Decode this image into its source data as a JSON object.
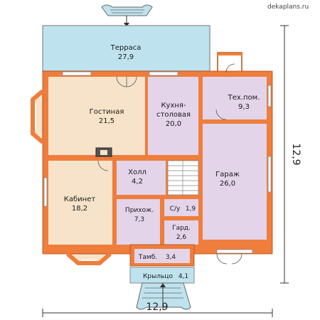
{
  "watermark": "dekaplans.ru",
  "rooms": {
    "terrace": {
      "name": "Терраса",
      "area": "27,9"
    },
    "living": {
      "name": "Гостиная",
      "area": "21,5"
    },
    "kitchen": {
      "name": "Кухня-",
      "name2": "столовая",
      "area": "20,0"
    },
    "tech": {
      "name": "Тех.пом.",
      "area": "9,3"
    },
    "garage": {
      "name": "Гараж",
      "area": "26,0"
    },
    "hall": {
      "name": "Холл",
      "area": "4,2"
    },
    "office": {
      "name": "Кабинет",
      "area": "18,2"
    },
    "entry": {
      "name": "Прихож.",
      "area": "7,3"
    },
    "wc": {
      "name": "С/у",
      "area": "1,9"
    },
    "wardrobe": {
      "name": "Гард.",
      "area": "2,6"
    },
    "vestibule": {
      "name": "Тамб.",
      "area": "3,4"
    },
    "porch": {
      "name": "Крыльцо",
      "area": "4,1"
    }
  },
  "dimensions": {
    "width": "12,9",
    "depth": "12,9"
  },
  "colors": {
    "wall": "#ef7d3c",
    "terrace": "#bfe3ee",
    "living": "#f6e3c9",
    "kitchen": "#e3d4ea",
    "garage": "#e3d4ea",
    "office": "#f6e3c9",
    "service": "#e3d4ea",
    "porch": "#bfe3ee"
  }
}
